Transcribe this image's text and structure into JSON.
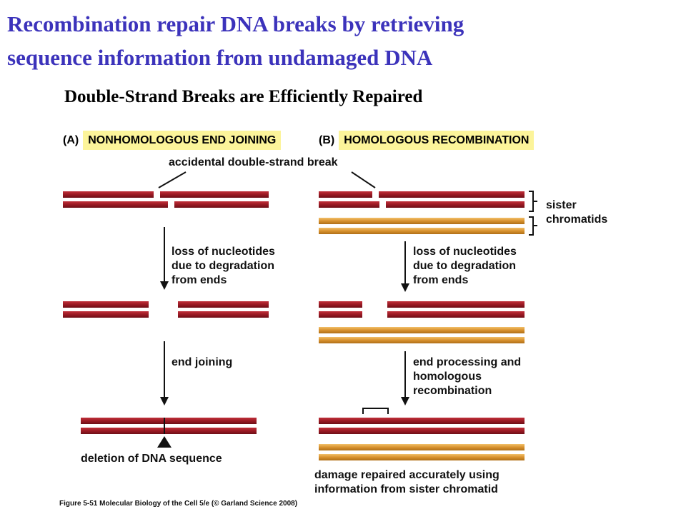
{
  "title": {
    "line1": "Recombination  repair DNA breaks by retrieving",
    "line2": "sequence information  from undamaged DNA"
  },
  "subtitle": "Double-Strand Breaks are Efficiently Repaired",
  "panels": {
    "a": {
      "letter": "(A)",
      "name": "NONHOMOLOGOUS END JOINING"
    },
    "b": {
      "letter": "(B)",
      "name": "HOMOLOGOUS RECOMBINATION"
    }
  },
  "labels": {
    "break": "accidental double-strand break",
    "sister": "sister\nchromatids",
    "loss_a": "loss of nucleotides\ndue to degradation\nfrom ends",
    "loss_b": "loss of nucleotides\ndue to degradation\nfrom ends",
    "end_joining": "end joining",
    "end_processing": "end processing and\nhomologous\nrecombination",
    "deletion": "deletion of DNA sequence",
    "repaired": "damage repaired accurately using\ninformation from sister chromatid"
  },
  "caption": "Figure 5-51  Molecular Biology of the Cell 5/e (© Garland Science 2008)",
  "colors": {
    "title": "#3c33bb",
    "damaged_strand": "#9b1a24",
    "sister_strand": "#d8922e",
    "highlight": "#fcf49a"
  }
}
